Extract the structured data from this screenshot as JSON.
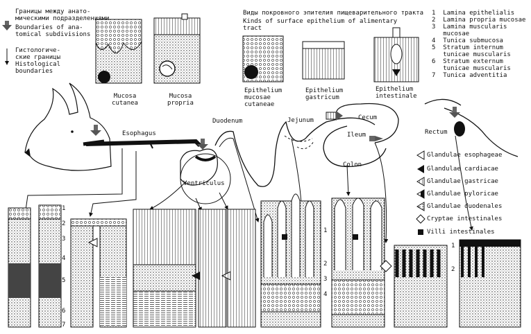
{
  "legend_left": {
    "title_ru": "Границы между анато-\nмическими подразделениями",
    "title_en": "Boundaries of ana-\ntomical subdivisions",
    "hist_ru": "Гистологиче-\nские границы",
    "hist_en": "Histological\nboundaries"
  },
  "epithelium_header": {
    "ru": "Виды покровного эпителия пищеварительного тракта",
    "en": "Kinds of surface epithelium of alimentary\ntract"
  },
  "mucosa_labels": {
    "cutanea": "Mucosa\ncutanea",
    "propria": "Mucosa\npropria"
  },
  "epithelium_labels": {
    "cutaneae": "Epithelium\nmucosae\ncutaneae",
    "gastricum": "Epithelium\ngastricum",
    "intestinale": "Epithelium\nintestinale"
  },
  "layers": [
    {
      "num": "1",
      "name": "Lamina epithelialis"
    },
    {
      "num": "2",
      "name": "Lamina propria mucosae"
    },
    {
      "num": "3",
      "name": "Lamina muscularis\n   mucosae"
    },
    {
      "num": "4",
      "name": "Tunica submucosa"
    },
    {
      "num": "5",
      "name": "Stratum internum\n   tunicae muscularis"
    },
    {
      "num": "6",
      "name": "Stratum externum\n   tunicae muscularis"
    },
    {
      "num": "7",
      "name": "Tunica adventitia"
    }
  ],
  "organs": {
    "esophagus": "Esophagus",
    "duodenum": "Duodenum",
    "jejunum": "Jejunum",
    "cecum": "Cecum",
    "ileum": "Ileum",
    "colon": "Colon",
    "rectum": "Rectum",
    "ventriculus": "Ventriculus"
  },
  "glands": [
    {
      "symbol": "triangle-open",
      "label": "Glandulae esophageae"
    },
    {
      "symbol": "triangle-filled",
      "label": "Glandulae cardiacae"
    },
    {
      "symbol": "triangle-striped",
      "label": "Glandulae gastricae"
    },
    {
      "symbol": "triangle-half",
      "label": "Glandulae pyloricae"
    },
    {
      "symbol": "triangle-hatched",
      "label": "Glandulae duodenales"
    },
    {
      "symbol": "diamond-open",
      "label": "Cryptae intestinales"
    },
    {
      "symbol": "square-filled",
      "label": "Villi intestinales"
    }
  ],
  "layer_numbers_a": [
    "1",
    "2",
    "3",
    "4",
    "5",
    "6",
    "7"
  ],
  "layer_numbers_b": [
    "1",
    "2",
    "3",
    "4"
  ],
  "layer_numbers_c": [
    "1",
    "2"
  ]
}
